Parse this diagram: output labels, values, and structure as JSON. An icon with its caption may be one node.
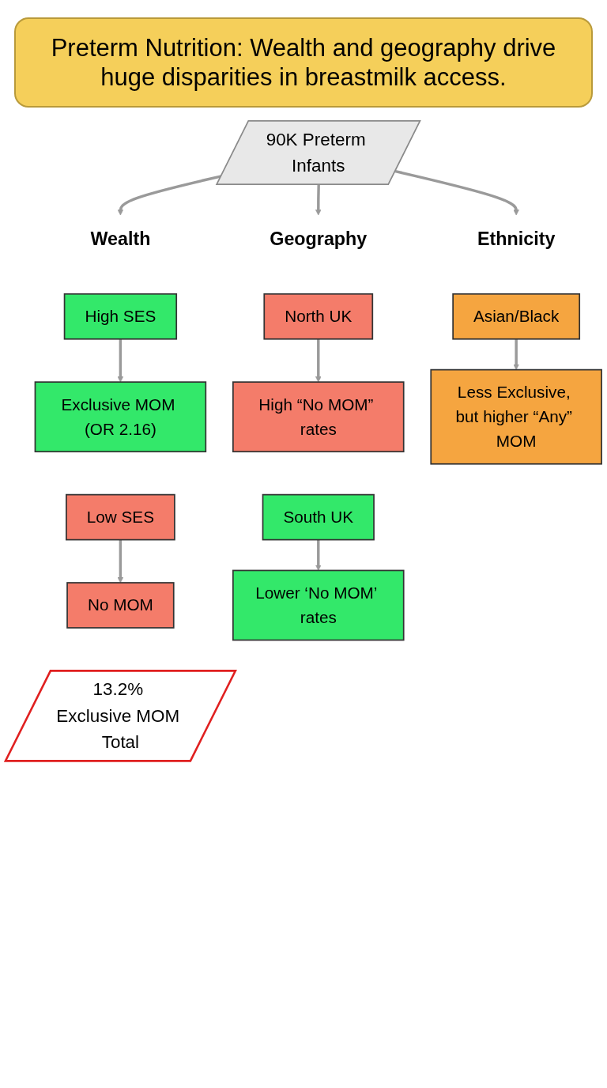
{
  "diagram": {
    "title": "Preterm Nutrition: Wealth and geography drive huge disparities in breastmilk access.",
    "nodes": [
      {
        "text": [
          "90K Preterm Infants"
        ]
      },
      {
        "text": [
          "Wealth"
        ]
      },
      {
        "text": [
          "Geography"
        ]
      },
      {
        "text": [
          "Ethnicity"
        ]
      },
      {
        "text": [
          "High SES"
        ]
      },
      {
        "text": [
          "North UK"
        ]
      },
      {
        "text": [
          "Asian/Black"
        ]
      },
      {
        "text": [
          "Exclusive MOM (OR 2.16)"
        ]
      },
      {
        "text": [
          "High “No MOM” rates"
        ]
      },
      {
        "text": [
          "Less Exclusive, but higher “Any” MOM"
        ]
      },
      {
        "text": [
          "Low SES"
        ]
      },
      {
        "text": [
          "South UK"
        ]
      },
      {
        "text": [
          "No MOM"
        ]
      },
      {
        "text": [
          "Lower ‘No MOM’ rates"
        ]
      },
      {
        "text": [
          "13.2% Exclusive MOM Total"
        ]
      }
    ],
    "edges": [
      {
        "from": 0,
        "to": 1,
        "arrow": "to"
      },
      {
        "from": 0,
        "to": 2,
        "arrow": "to"
      },
      {
        "from": 0,
        "to": 3,
        "arrow": "to"
      },
      {
        "from": 4,
        "to": 7,
        "arrow": "to"
      },
      {
        "from": 5,
        "to": 8,
        "arrow": "to"
      },
      {
        "from": 6,
        "to": 9,
        "arrow": "to"
      },
      {
        "from": 10,
        "to": 12,
        "arrow": "to"
      },
      {
        "from": 11,
        "to": 13,
        "arrow": "to"
      }
    ]
  }
}
